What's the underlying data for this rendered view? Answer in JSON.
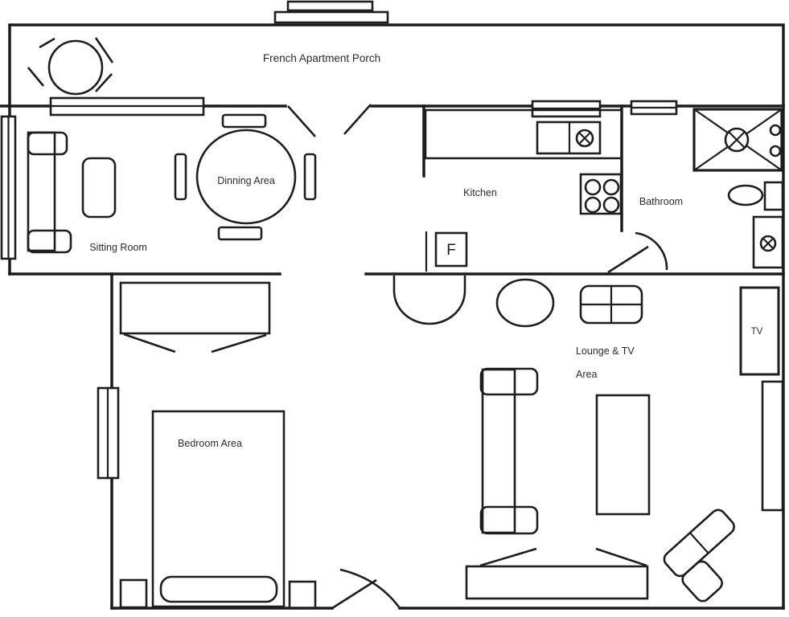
{
  "title": "French Apartment Porch",
  "labels": {
    "porch": "French Apartment Porch",
    "sitting_room": "Sitting Room",
    "dining": "Dinning Area",
    "kitchen": "Kitchen",
    "bathroom": "Bathroom",
    "bedroom": "Bedroom Area",
    "lounge_line1": "Lounge & TV",
    "lounge_line2": "Area",
    "tv": "TV",
    "fridge": "F"
  },
  "colors": {
    "line": "#1b1b1b",
    "text": "#2b2b2b",
    "background": "#ffffff"
  }
}
